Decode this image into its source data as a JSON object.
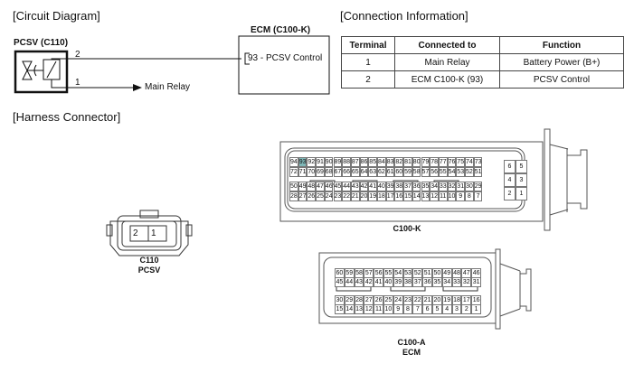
{
  "sections": {
    "circuit": "[Circuit Diagram]",
    "connection": "[Connection Information]",
    "harness": "[Harness Connector]"
  },
  "circuit": {
    "component": "PCSV (C110)",
    "ecm_title": "ECM (C100-K)",
    "ecm_pin": "93 - PCSV Control",
    "wire_2": "2",
    "wire_1": "1",
    "relay": "Main Relay"
  },
  "table": {
    "headers": [
      "Terminal",
      "Connected to",
      "Function"
    ],
    "rows": [
      [
        "1",
        "Main Relay",
        "Battery Power (B+)"
      ],
      [
        "2",
        "ECM C100-K (93)",
        "PCSV Control"
      ]
    ]
  },
  "connectors": {
    "c110": {
      "name": "C110",
      "sub": "PCSV",
      "pins": [
        "2",
        "1"
      ]
    },
    "c100k": {
      "name": "C100-K",
      "highlight": "93",
      "rows": [
        [
          "94",
          "93",
          "92",
          "91",
          "90",
          "89",
          "88",
          "87",
          "86",
          "85",
          "84",
          "83",
          "82",
          "81",
          "80",
          "79",
          "78",
          "77",
          "76",
          "75",
          "74",
          "73"
        ],
        [
          "72",
          "71",
          "70",
          "69",
          "68",
          "67",
          "66",
          "65",
          "64",
          "63",
          "62",
          "61",
          "60",
          "59",
          "58",
          "57",
          "56",
          "55",
          "54",
          "53",
          "52",
          "51"
        ],
        [
          "50",
          "49",
          "48",
          "47",
          "46",
          "45",
          "44",
          "43",
          "42",
          "41",
          "40",
          "39",
          "38",
          "37",
          "36",
          "35",
          "34",
          "33",
          "32",
          "31",
          "30",
          "29"
        ],
        [
          "28",
          "27",
          "26",
          "25",
          "24",
          "23",
          "22",
          "21",
          "20",
          "19",
          "18",
          "17",
          "16",
          "15",
          "14",
          "13",
          "12",
          "11",
          "10",
          "9",
          "8",
          "7"
        ]
      ],
      "side": [
        [
          "6",
          "5"
        ],
        [
          "4",
          "3"
        ],
        [
          "2",
          "1"
        ]
      ]
    },
    "c100a": {
      "name": "C100-A",
      "sub": "ECM",
      "rows": [
        [
          "60",
          "59",
          "58",
          "57",
          "56",
          "55",
          "54",
          "53",
          "52",
          "51",
          "50",
          "49",
          "48",
          "47",
          "46"
        ],
        [
          "45",
          "44",
          "43",
          "42",
          "41",
          "40",
          "39",
          "38",
          "37",
          "36",
          "35",
          "34",
          "33",
          "32",
          "31"
        ],
        [
          "30",
          "29",
          "28",
          "27",
          "26",
          "25",
          "24",
          "23",
          "22",
          "21",
          "20",
          "19",
          "18",
          "17",
          "16"
        ],
        [
          "15",
          "14",
          "13",
          "12",
          "11",
          "10",
          "9",
          "8",
          "7",
          "6",
          "5",
          "4",
          "3",
          "2",
          "1"
        ]
      ]
    }
  }
}
